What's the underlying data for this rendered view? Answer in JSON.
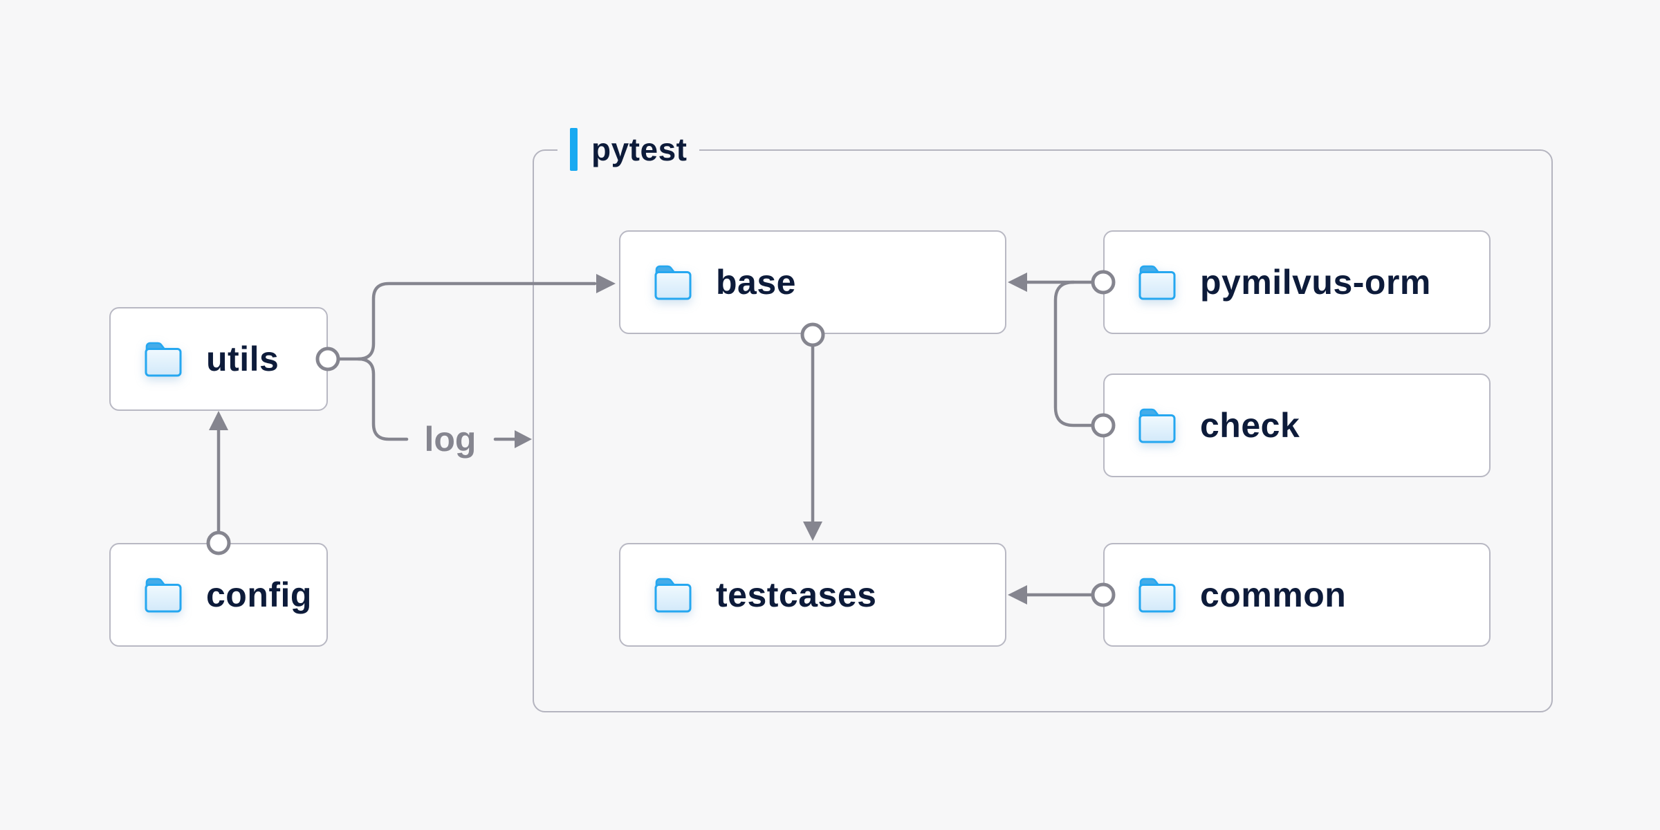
{
  "diagram": {
    "container": {
      "label": "pytest"
    },
    "edge_label": "log",
    "nodes": [
      {
        "id": "utils",
        "label": "utils",
        "icon": "folder-icon",
        "group": null
      },
      {
        "id": "config",
        "label": "config",
        "icon": "folder-icon",
        "group": null
      },
      {
        "id": "base",
        "label": "base",
        "icon": "folder-icon",
        "group": "pytest"
      },
      {
        "id": "testcases",
        "label": "testcases",
        "icon": "folder-icon",
        "group": "pytest"
      },
      {
        "id": "pymilvus-orm",
        "label": "pymilvus-orm",
        "icon": "folder-icon",
        "group": "pytest"
      },
      {
        "id": "check",
        "label": "check",
        "icon": "folder-icon",
        "group": "pytest"
      },
      {
        "id": "common",
        "label": "common",
        "icon": "folder-icon",
        "group": "pytest"
      }
    ],
    "edges": [
      {
        "from": "config",
        "to": "utils",
        "style": "arrow"
      },
      {
        "from": "utils",
        "to": "base",
        "style": "arrow"
      },
      {
        "from": "utils",
        "to": "log",
        "style": "plain"
      },
      {
        "from": "log",
        "to": "pytest",
        "style": "arrow"
      },
      {
        "from": "base",
        "to": "testcases",
        "style": "arrow"
      },
      {
        "from": "pymilvus-orm",
        "to": "base",
        "style": "arrow"
      },
      {
        "from": "check",
        "to": "base",
        "style": "merge"
      },
      {
        "from": "common",
        "to": "testcases",
        "style": "arrow"
      }
    ]
  },
  "colors": {
    "background": "#f7f7f8",
    "node_background": "#ffffff",
    "node_border": "#b8b8c3",
    "container_border": "#b4b4bf",
    "connector": "#85858f",
    "accent_blue": "#18a9f1",
    "folder_outline": "#25a7f0",
    "folder_tab": "#45ace9",
    "folder_fill_top": "#f0f9fe",
    "folder_fill_bottom": "#d2e9fa",
    "text_ink": "#0d1b3a",
    "label_gray": "#85858f"
  }
}
